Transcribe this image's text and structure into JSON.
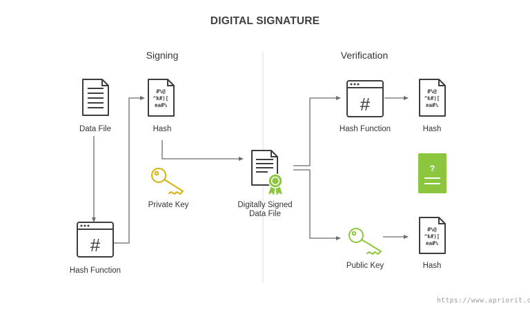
{
  "title": "DIGITAL SIGNATURE",
  "sections": {
    "signing": "Signing",
    "verification": "Verification"
  },
  "labels": {
    "data_file": "Data File",
    "hash": "Hash",
    "hash_function": "Hash Function",
    "private_key": "Private Key",
    "signed_line1": "Digitally Signed",
    "signed_line2": "Data File",
    "verify_hash_function": "Hash Function",
    "verify_hash_top": "Hash",
    "public_key": "Public Key",
    "verify_hash_bottom": "Hash"
  },
  "glyphs": {
    "hash_symbol": "#",
    "question_mark": "?",
    "hash_line1": "#%@",
    "hash_line2": "^k#)[",
    "hash_line3": "ea#%"
  },
  "watermark": "https://www.apriorit.com",
  "colors": {
    "stroke": "#3c3c3c",
    "arrow": "#6b6b6b",
    "private_key": "#d4b20a",
    "public_key": "#8cc63e",
    "badge": "#8cc63e",
    "compare_box": "#8cc63e"
  }
}
